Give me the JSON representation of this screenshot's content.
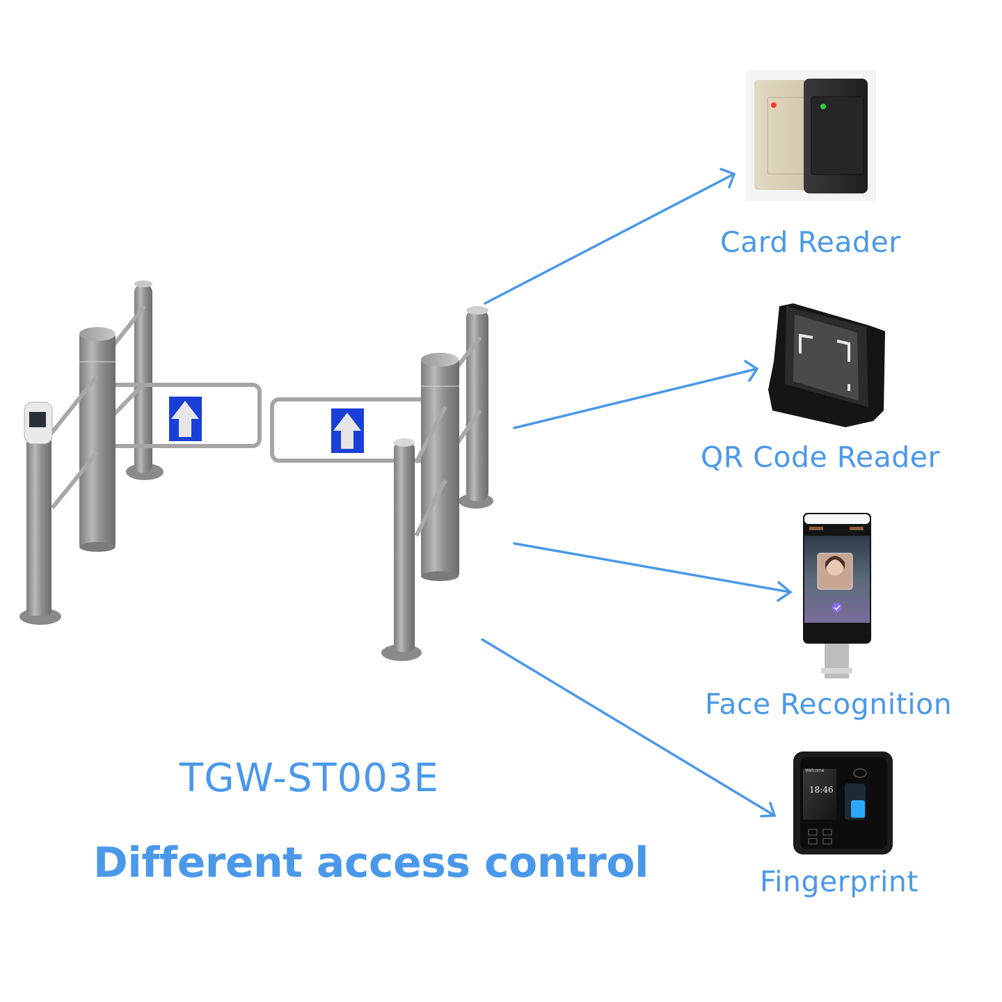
{
  "product": {
    "model": "TGW-ST003E",
    "headline": "Different access control"
  },
  "devices": [
    {
      "name": "Card Reader",
      "icon": "card-reader-icon"
    },
    {
      "name": "QR Code Reader",
      "icon": "qr-code-reader-icon"
    },
    {
      "name": "Face Recognition",
      "icon": "face-recognition-terminal-icon"
    },
    {
      "name": "Fingerprint",
      "icon": "fingerprint-terminal-icon"
    }
  ],
  "device_screens": {
    "fingerprint_welcome": "Welcome",
    "fingerprint_time": "18:46"
  },
  "colors": {
    "accent": "#4a98ea",
    "steel": "#9a9a9a",
    "sign_blue": "#1a3fd6",
    "led_red": "#ff3b2f",
    "led_green": "#2ad13a",
    "fingerprint_glow": "#2aa8ff"
  }
}
